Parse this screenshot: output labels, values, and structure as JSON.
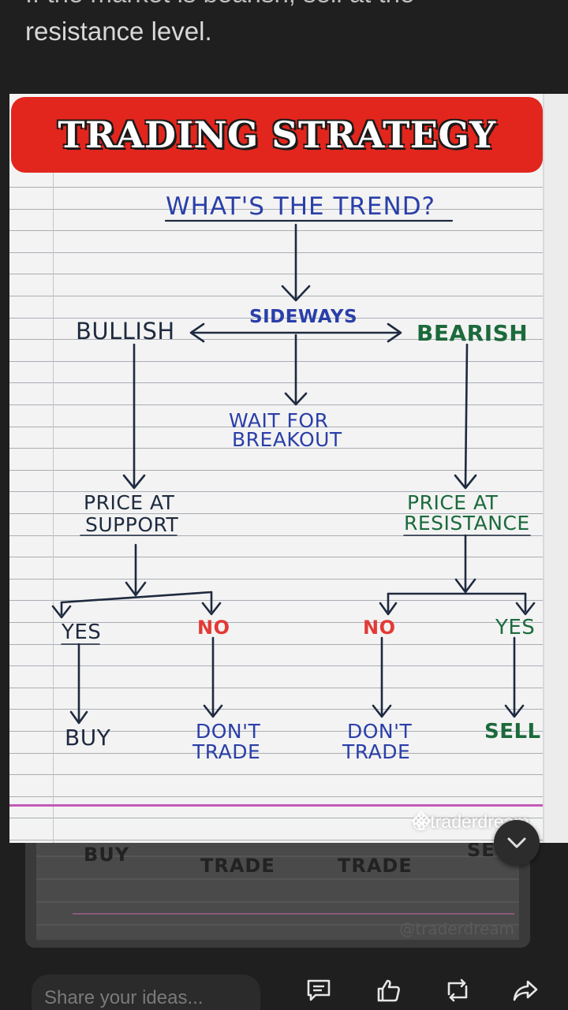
{
  "post": {
    "line1": "If the market is bearish, sell at the",
    "line2": "resistance level."
  },
  "image": {
    "title": "TRADING STRATEGY",
    "question": "WHAT'S THE TREND?",
    "bullish": "BULLISH",
    "sideways": "SIDEWAYS",
    "bearish": "BEARISH",
    "wait_line1": "WAIT FOR",
    "wait_line2": "BREAKOUT",
    "price_support_line1": "PRICE AT",
    "price_support_line2": "SUPPORT",
    "price_resistance_line1": "PRICE AT",
    "price_resistance_line2": "RESISTANCE",
    "yes_left": "YES",
    "no_left": "NO",
    "no_right": "NO",
    "yes_right": "YES",
    "buy": "BUY",
    "dont_trade_left_line1": "DON'T",
    "dont_trade_left_line2": "TRADE",
    "dont_trade_right_line1": "DON'T",
    "dont_trade_right_line2": "TRADE",
    "sell": "SELL",
    "watermark": "@traderdream",
    "banner_color": "#e2261d"
  },
  "ghost": {
    "buy": "BUY",
    "trade_left": "TRADE",
    "trade_right": "TRADE",
    "sell_partial": "SE",
    "watermark": "@traderdream"
  },
  "action_bar": {
    "share_placeholder": "Share your ideas..."
  },
  "icons": {
    "comment": "comment-icon",
    "like": "thumbs-up-icon",
    "repost": "repost-icon",
    "share": "share-icon",
    "expand": "chevron-down-icon",
    "watermark_logo": "binance-logo-icon"
  }
}
